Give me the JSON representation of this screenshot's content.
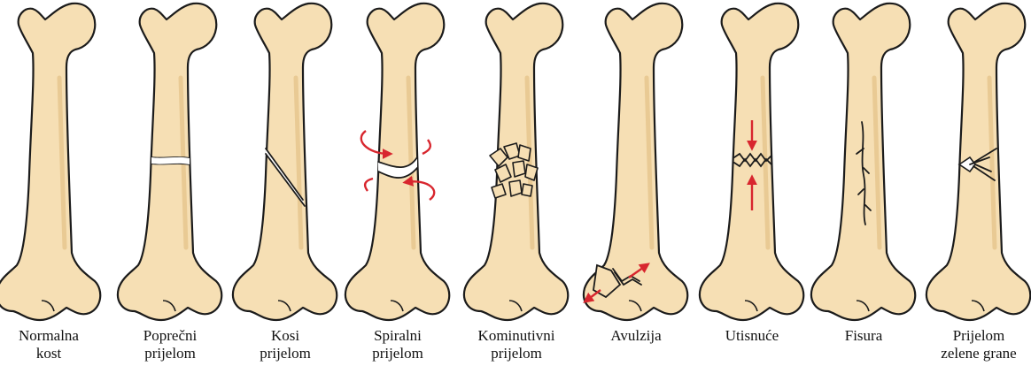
{
  "colors": {
    "bone_fill": "#f6dfb4",
    "bone_shade": "#e6c48c",
    "bone_outline": "#1b1b1b",
    "arrow": "#d8262e"
  },
  "bones": [
    {
      "type": "normal",
      "label": [
        "Normalna",
        "kost"
      ]
    },
    {
      "type": "transverse",
      "label": [
        "Poprečni",
        "prijelom"
      ]
    },
    {
      "type": "oblique",
      "label": [
        "Kosi",
        "prijelom"
      ]
    },
    {
      "type": "spiral",
      "label": [
        "Spiralni",
        "prijelom"
      ]
    },
    {
      "type": "comminuted",
      "label": [
        "Kominutivni",
        "prijelom"
      ]
    },
    {
      "type": "avulsion",
      "label": [
        "Avulzija",
        ""
      ]
    },
    {
      "type": "impacted",
      "label": [
        "Utisnuće",
        ""
      ]
    },
    {
      "type": "fissure",
      "label": [
        "Fisura",
        ""
      ]
    },
    {
      "type": "greenstick",
      "label": [
        "Prijelom",
        "zelene grane"
      ]
    }
  ]
}
